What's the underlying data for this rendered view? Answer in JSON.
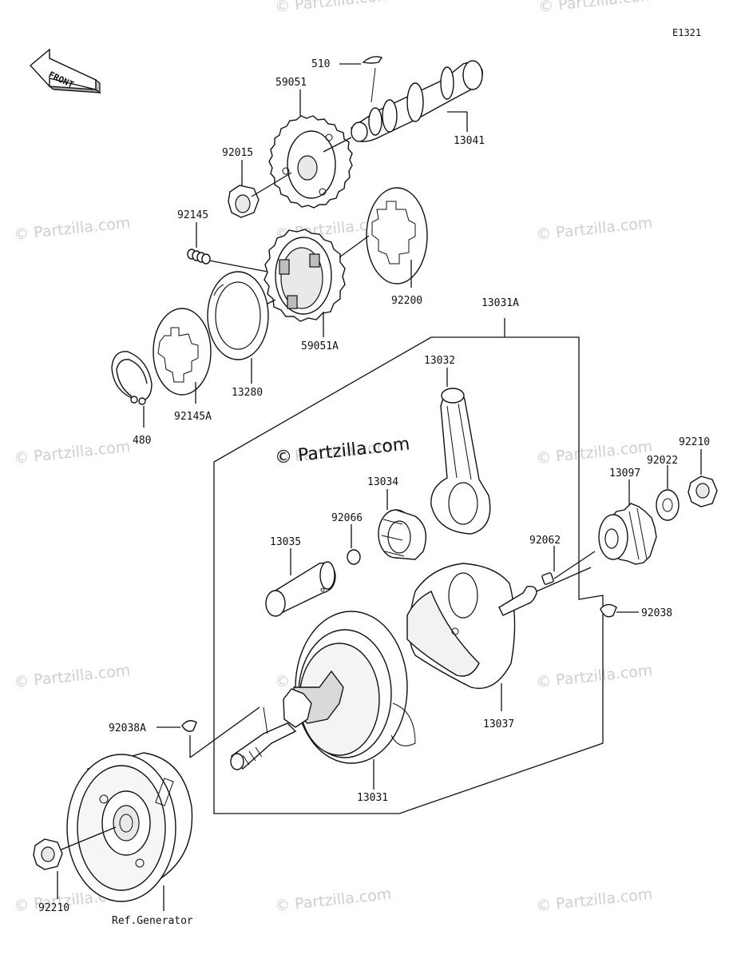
{
  "diagram_code": "E1321",
  "front_label": "FRONT",
  "watermark_center": "© Partzilla.com",
  "watermarks": [
    "© Partzilla.com",
    "© Partzilla.com",
    "© Partzilla.com",
    "© Partzilla.com",
    "© Partzilla.com",
    "© Partzilla.com",
    "© Partzilla.com",
    "© Partzilla.com",
    "© Partzilla.com",
    "© Partzilla.com",
    "© Partzilla.com",
    "© Partzilla.com",
    "© Partzilla.com",
    "© Partzilla.com"
  ],
  "callouts": {
    "p510": "510",
    "p59051": "59051",
    "p13041": "13041",
    "p92015": "92015",
    "p92145": "92145",
    "p92200": "92200",
    "p59051A": "59051A",
    "p13280": "13280",
    "p92145A": "92145A",
    "p480": "480",
    "p13031A": "13031A",
    "p13032": "13032",
    "p13034": "13034",
    "p92066": "92066",
    "p13035": "13035",
    "p92062": "92062",
    "p13097": "13097",
    "p92022": "92022",
    "p92210a": "92210",
    "p92038": "92038",
    "p13037": "13037",
    "p13031": "13031",
    "p92038A": "92038A",
    "p92210b": "92210",
    "ref_generator": "Ref.Generator"
  }
}
